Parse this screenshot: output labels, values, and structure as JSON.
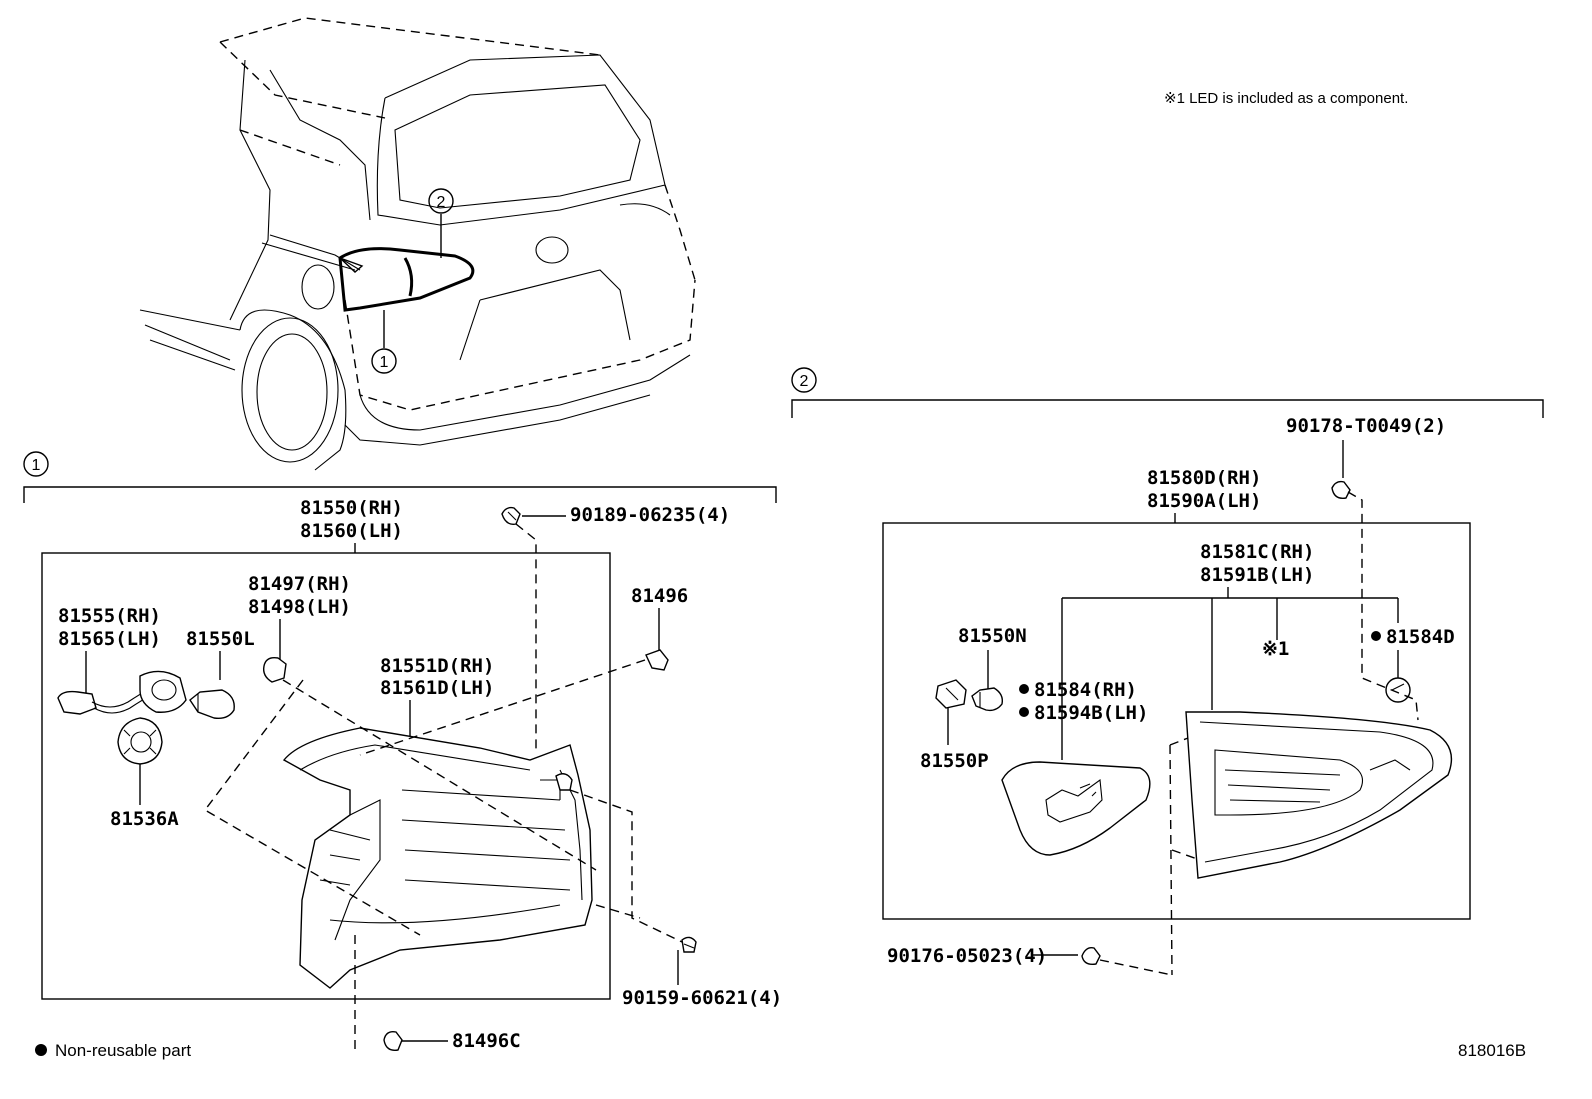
{
  "notes": {
    "led_note": "※1 LED is included as a component.",
    "legend": "Non-reusable part",
    "figure_code": "818016B"
  },
  "section_refs": {
    "one": "1",
    "two": "2"
  },
  "section1_parts": {
    "assy_rh": "81550(RH)",
    "assy_lh": "81560(LH)",
    "screw_top": "90189-06235(4)",
    "socket_rh": "81555(RH)",
    "socket_lh": "81565(LH)",
    "bulb": "81550L",
    "cushion_rh": "81497(RH)",
    "cushion_lh": "81498(LH)",
    "clip": "81496",
    "lens_rh": "81551D(RH)",
    "lens_lh": "81561D(LH)",
    "socket_a": "81536A",
    "screw_bottom": "90159-60621(4)",
    "clip_c": "81496C"
  },
  "section2_parts": {
    "screw_top": "90178-T0049(2)",
    "assy_rh": "81580D(RH)",
    "assy_lh": "81590A(LH)",
    "lens_rh": "81581C(RH)",
    "lens_lh": "81591B(LH)",
    "led_ref": "※1",
    "bulb_n": "81550N",
    "gasket_d": "81584D",
    "gasket_rh": "81584(RH)",
    "gasket_lh": "81594B(LH)",
    "socket_p": "81550P",
    "screw_bottom": "90176-05023(4)"
  }
}
